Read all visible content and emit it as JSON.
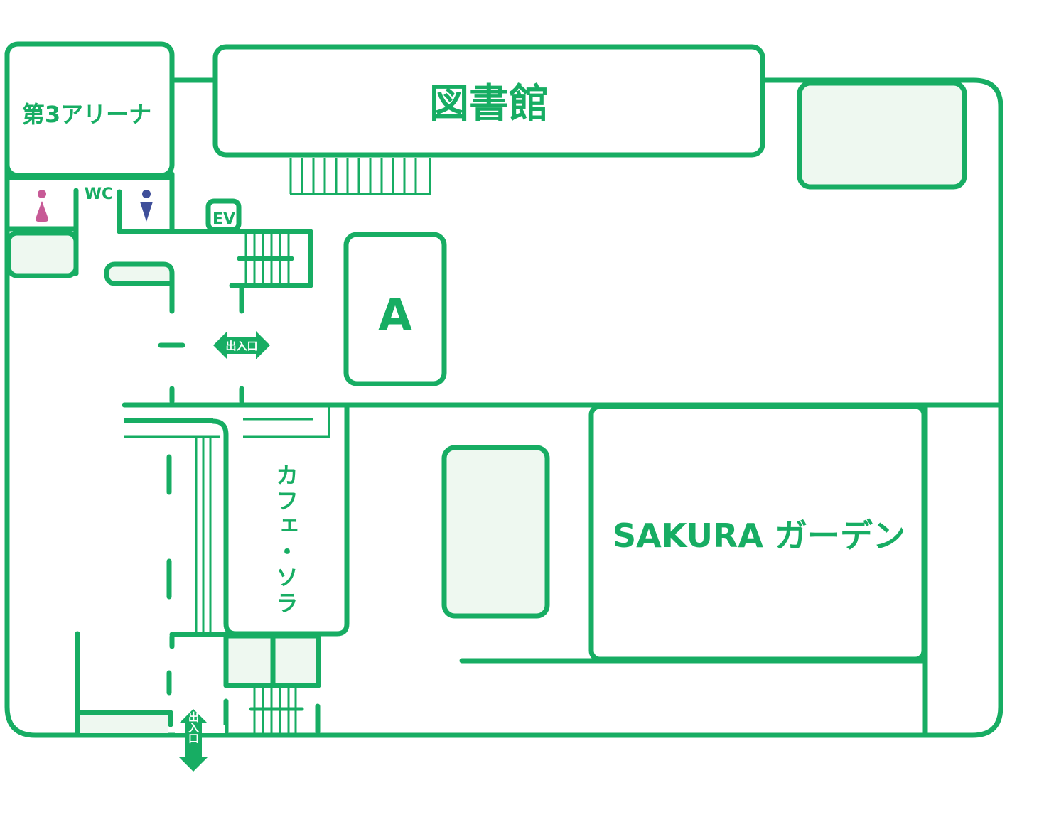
{
  "map": {
    "colors": {
      "wall": "#17ad63",
      "room_fill": "#eef8f0",
      "women": "#c75a96",
      "men": "#3f4f9a"
    },
    "rooms": {
      "arena": "第3アリーナ",
      "library": "図書館",
      "room_a": "A",
      "cafe": "カフェ・ソラ",
      "garden": "SAKURA ガーデン"
    },
    "facilities": {
      "restroom": "WC",
      "elevator": "EV"
    },
    "entrances": {
      "middle": "出入口",
      "bottom": "出入口"
    },
    "icons": [
      "women-restroom-icon",
      "men-restroom-icon",
      "entrance-arrow-icon"
    ]
  }
}
